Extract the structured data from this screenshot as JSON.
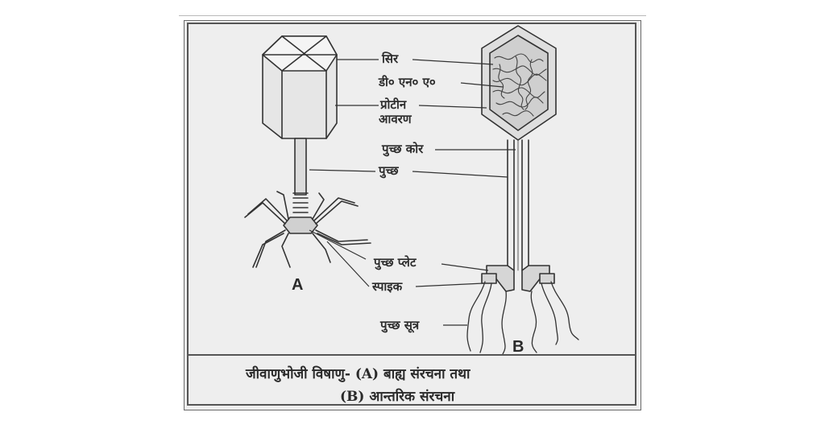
{
  "labels": {
    "head": "सिर",
    "dna": "डी० एन० ए०",
    "protein_coat_line1": "प्रोटीन",
    "protein_coat_line2": "आवरण",
    "tail_core": "पुच्छ कोर",
    "tail": "पुच्छ",
    "tail_plate": "पुच्छ प्लेट",
    "spike": "स्पाइक",
    "tail_fibres": "पुच्छ सूत्र"
  },
  "figures": {
    "a": "A",
    "b": "B"
  },
  "caption": {
    "line1_text": "जीवाणुभोजी विषाणु-",
    "line1_a": "(A)",
    "line1_rest": "बाह्य संरचना तथा",
    "line2_b": "(B)",
    "line2_rest": "आन्तरिक संरचना"
  },
  "colors": {
    "ink": "#2d2d2d",
    "paper": "#eeeeee"
  }
}
